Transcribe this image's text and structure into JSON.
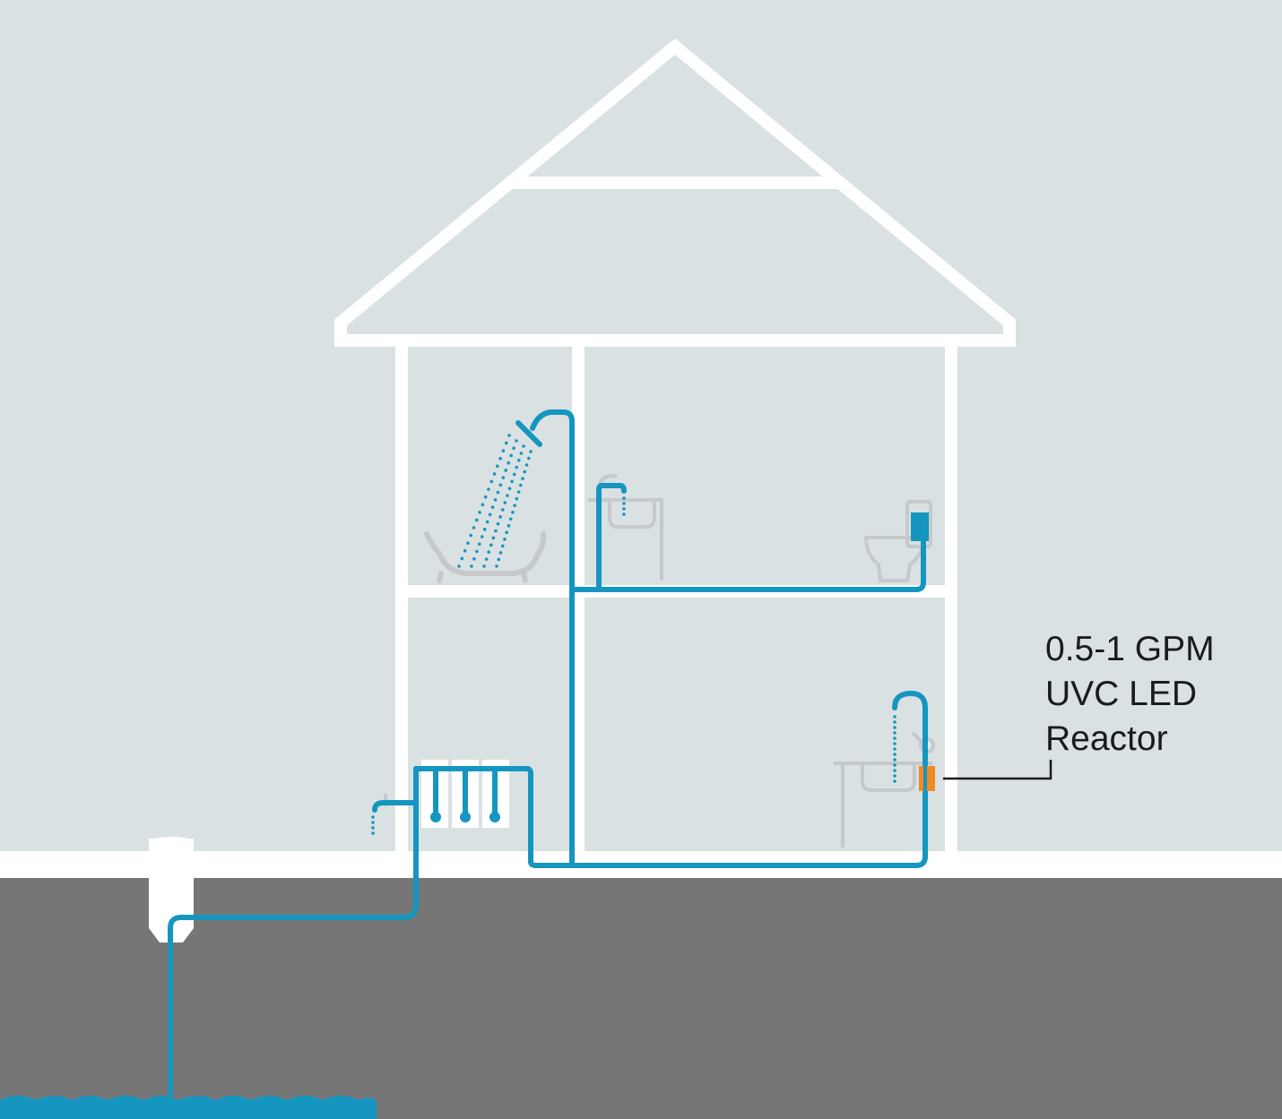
{
  "callout": {
    "lines": [
      "0.5-1 GPM",
      "UVC LED",
      "Reactor"
    ]
  },
  "colors": {
    "sky": "#dae1e3",
    "ground": "#767676",
    "house": "#ffffff",
    "pipe": "#1596c0",
    "fixture": "#c5c9cb",
    "reactor": "#f08a24",
    "leader": "#1a1a22",
    "water": "#1596c0"
  }
}
